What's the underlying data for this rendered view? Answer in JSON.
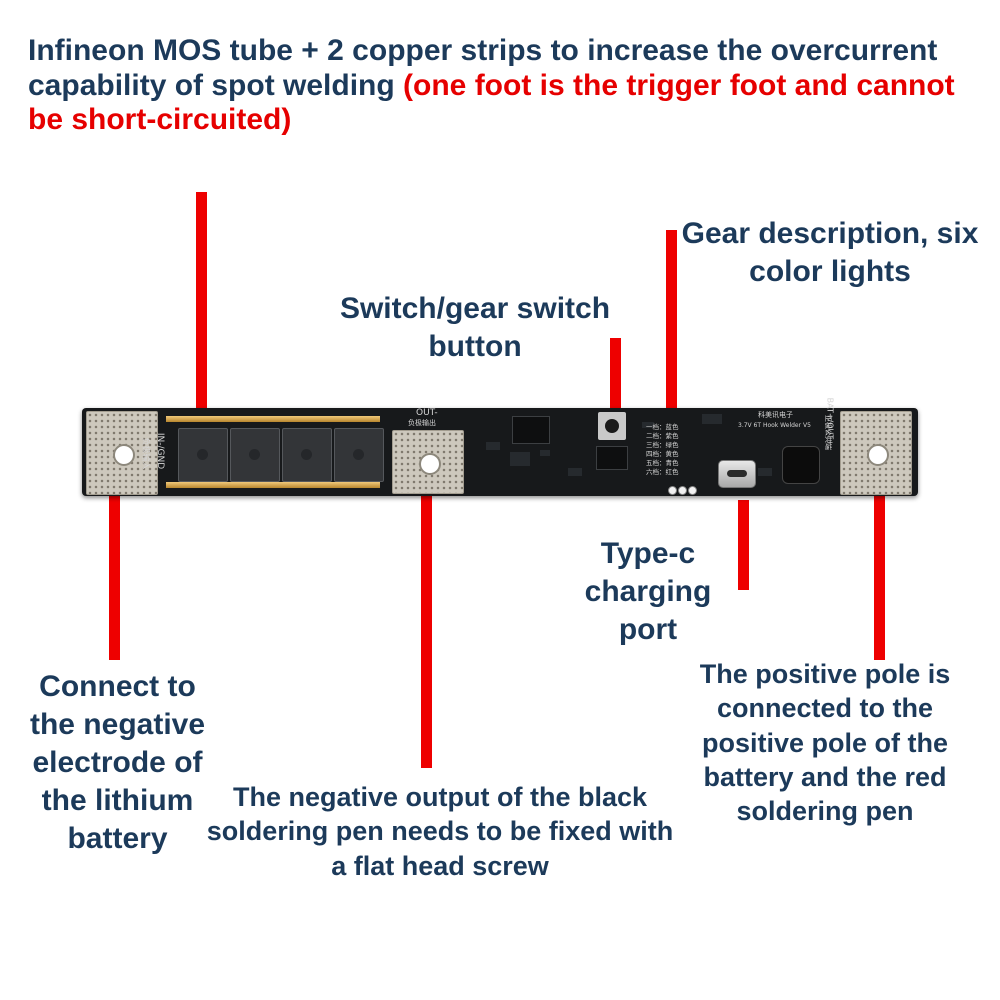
{
  "title": {
    "main": "Infineon MOS tube + 2 copper strips to increase the overcurrent capability of spot welding ",
    "warning": "(one foot is the trigger foot and cannot be short-circuited)"
  },
  "labels": {
    "gear_description": "Gear description, six color lights",
    "switch_button": "Switch/gear switch button",
    "typec_port": "Type-c charging port",
    "negative_electrode": "Connect to the negative electrode of the lithium battery",
    "negative_output": "The negative output of the black soldering pen needs to be fixed with a flat head screw",
    "positive_pole": "The positive pole is connected to the positive pole of the battery and the red soldering pen"
  },
  "board": {
    "silk_in_gnd": "IN-/GND",
    "silk_in_cn": "负极输入",
    "silk_out": "OUT-",
    "silk_out_cn": "负极输出",
    "silk_bat": "BAT+/OUT+",
    "silk_bat_cn": "正极公共端",
    "silk_brand": "科美讯电子",
    "silk_model": "3.7V 6T Hook Welder V5",
    "led_lines": [
      "一档：蓝色",
      "二档：紫色",
      "三档：绿色",
      "四档：黄色",
      "五档：青色",
      "六档：红色"
    ]
  },
  "colors": {
    "text": "#1c3a5a",
    "warning": "#e60000",
    "pointer": "#ee0000",
    "pcb": "#17191b"
  }
}
